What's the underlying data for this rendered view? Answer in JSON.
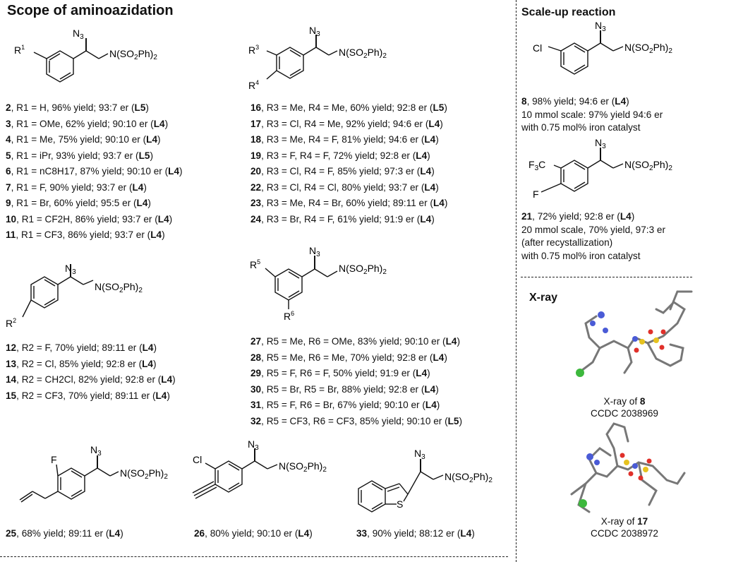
{
  "title": "Scope of aminoazidation",
  "scaleup_title": "Scale-up reaction",
  "xray_title": "X-ray",
  "structure_labels": {
    "N3": "N3",
    "NSO2": "N(SO2Ph)2",
    "R1": "R1",
    "R2": "R2",
    "R3": "R3",
    "R4": "R4",
    "R5": "R5",
    "R6": "R6",
    "Cl": "Cl",
    "F": "F",
    "F3C": "F3C",
    "S": "S"
  },
  "group1": [
    {
      "num": "2",
      "r": "R1 = H",
      "res": "96% yield; 93:7 er",
      "cat": "L5"
    },
    {
      "num": "3",
      "r": "R1 = OMe",
      "res": "62% yield; 90:10 er",
      "cat": "L4"
    },
    {
      "num": "4",
      "r": "R1 = Me",
      "res": "75% yield; 90:10 er",
      "cat": "L4"
    },
    {
      "num": "5",
      "r": "R1 = iPr",
      "res": "93% yield; 93:7 er",
      "cat": "L5"
    },
    {
      "num": "6",
      "r": "R1 = nC8H17",
      "res": "87% yield; 90:10 er",
      "cat": "L4"
    },
    {
      "num": "7",
      "r": "R1 = F",
      "res": "90% yield; 93:7 er",
      "cat": "L4"
    },
    {
      "num": "9",
      "r": "R1 = Br",
      "res": "60% yield; 95:5 er",
      "cat": "L4"
    },
    {
      "num": "10",
      "r": "R1 = CF2H",
      "res": "86% yield; 93:7 er",
      "cat": "L4"
    },
    {
      "num": "11",
      "r": "R1 = CF3",
      "res": "86% yield; 93:7 er",
      "cat": "L4"
    }
  ],
  "group2": [
    {
      "num": "12",
      "r": "R2 = F",
      "res": "70% yield; 89:11 er",
      "cat": "L4"
    },
    {
      "num": "13",
      "r": "R2 = Cl",
      "res": "85% yield; 92:8 er",
      "cat": "L4"
    },
    {
      "num": "14",
      "r": "R2 = CH2Cl",
      "res": "82% yield; 92:8 er",
      "cat": "L4"
    },
    {
      "num": "15",
      "r": "R2 = CF3",
      "res": "70% yield; 89:11 er",
      "cat": "L4"
    }
  ],
  "group3": [
    {
      "num": "16",
      "r": "R3 = Me, R4 = Me",
      "res": "60% yield; 92:8 er",
      "cat": "L5"
    },
    {
      "num": "17",
      "r": "R3 = Cl, R4 = Me",
      "res": "92% yield; 94:6 er",
      "cat": "L4"
    },
    {
      "num": "18",
      "r": "R3 = Me, R4 = F",
      "res": "81% yield; 94:6 er",
      "cat": "L4"
    },
    {
      "num": "19",
      "r": "R3 = F, R4 = F",
      "res": "72% yield; 92:8 er",
      "cat": "L4"
    },
    {
      "num": "20",
      "r": "R3 = Cl, R4 = F",
      "res": "85% yield; 97:3 er",
      "cat": "L4"
    },
    {
      "num": "22",
      "r": "R3 = Cl, R4 = Cl",
      "res": "80% yield; 93:7 er",
      "cat": "L4"
    },
    {
      "num": "23",
      "r": "R3 = Me, R4 = Br",
      "res": "60% yield; 89:11 er",
      "cat": "L4"
    },
    {
      "num": "24",
      "r": "R3 = Br, R4 = F",
      "res": "61% yield; 91:9 er",
      "cat": "L4"
    }
  ],
  "group4": [
    {
      "num": "27",
      "r": "R5 = Me, R6 = OMe",
      "res": "83% yield; 90:10 er",
      "cat": "L4"
    },
    {
      "num": "28",
      "r": "R5 = Me, R6 = Me",
      "res": "70% yield; 92:8 er",
      "cat": "L4"
    },
    {
      "num": "29",
      "r": "R5 = F, R6 = F",
      "res": "50% yield; 91:9 er",
      "cat": "L4"
    },
    {
      "num": "30",
      "r": "R5 = Br, R5 = Br",
      "res": "88% yield; 92:8 er",
      "cat": "L4"
    },
    {
      "num": "31",
      "r": "R5 = F, R6 = Br",
      "res": "67% yield; 90:10 er",
      "cat": "L4"
    },
    {
      "num": "32",
      "r": "R5 = CF3, R6 = CF3",
      "res": "85% yield; 90:10 er",
      "cat": "L5"
    }
  ],
  "bottom": [
    {
      "num": "25",
      "res": "68% yield; 89:11 er",
      "cat": "L4"
    },
    {
      "num": "26",
      "res": "80% yield; 90:10 er",
      "cat": "L4"
    },
    {
      "num": "33",
      "res": "90% yield; 88:12 er",
      "cat": "L4"
    }
  ],
  "scaleup": {
    "c8_num": "8",
    "c8_res": "98% yield; 94:6 er",
    "c8_cat": "L4",
    "c8_line2": "10 mmol scale: 97% yield 94:6 er",
    "c8_line3": "with 0.75 mol% iron catalyst",
    "c21_num": "21",
    "c21_res": "72% yield; 92:8 er",
    "c21_cat": "L4",
    "c21_line2": "20 mmol scale, 70% yield, 97:3 er",
    "c21_line3": "(after recystallization)",
    "c21_line4": "with 0.75 mol% iron catalyst"
  },
  "xray": {
    "cap1_prefix": "X-ray of ",
    "cap1_num": "8",
    "cap1_ccdc": "CCDC 2038969",
    "cap2_prefix": "X-ray of ",
    "cap2_num": "17",
    "cap2_ccdc": "CCDC 2038972"
  },
  "colors": {
    "chlorine": "#3db83d",
    "nitrogen": "#4a5bd6",
    "oxygen": "#e0302a",
    "sulfur": "#e6c21f",
    "carbon": "#555555"
  }
}
